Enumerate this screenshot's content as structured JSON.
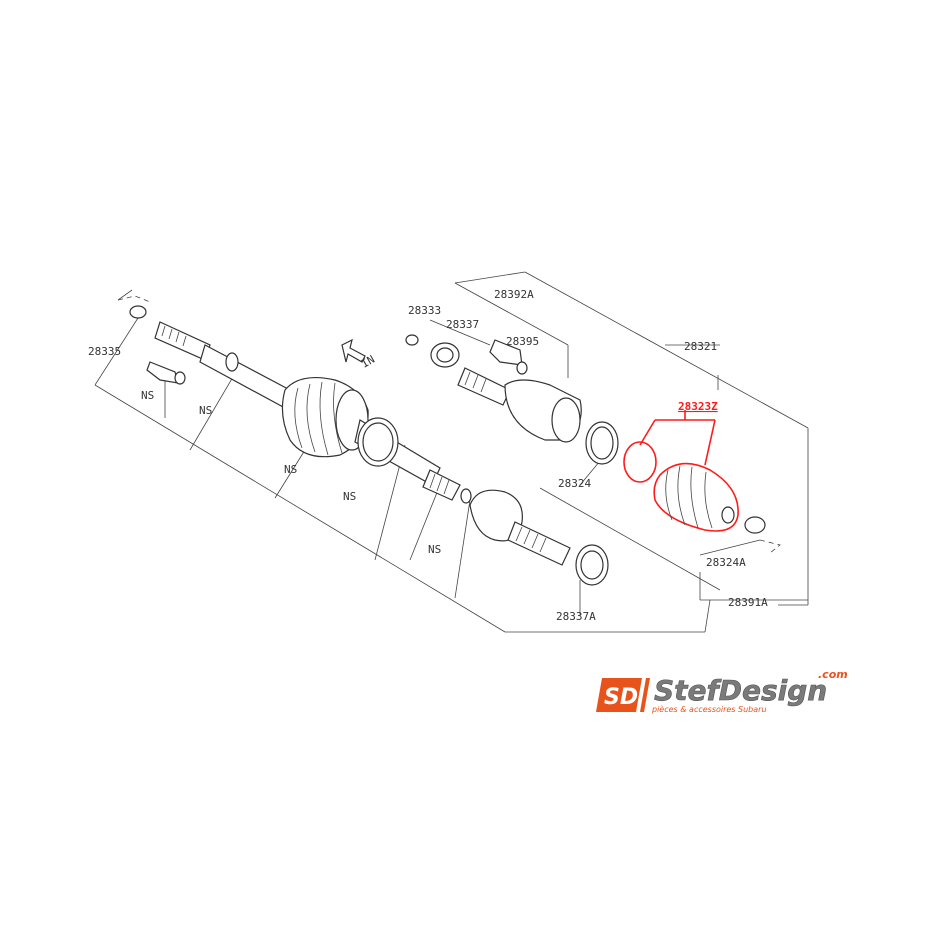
{
  "labels": {
    "p28335": "28335",
    "p28333": "28333",
    "p28337": "28337",
    "p28392A": "28392A",
    "p28395": "28395",
    "p28321": "28321",
    "p28323": "28323Z",
    "p28324": "28324",
    "p28324A": "28324A",
    "p28391A": "28391A",
    "p28337A": "28337A",
    "ns": "NS",
    "in_arrow": "IN"
  },
  "brand": {
    "name": "StefDesign",
    "domain": ".com",
    "tagline": "pièces & accessoires Subaru",
    "monogram": "SD",
    "accent": "#e8531c",
    "highlight": "#ff1a1a"
  }
}
